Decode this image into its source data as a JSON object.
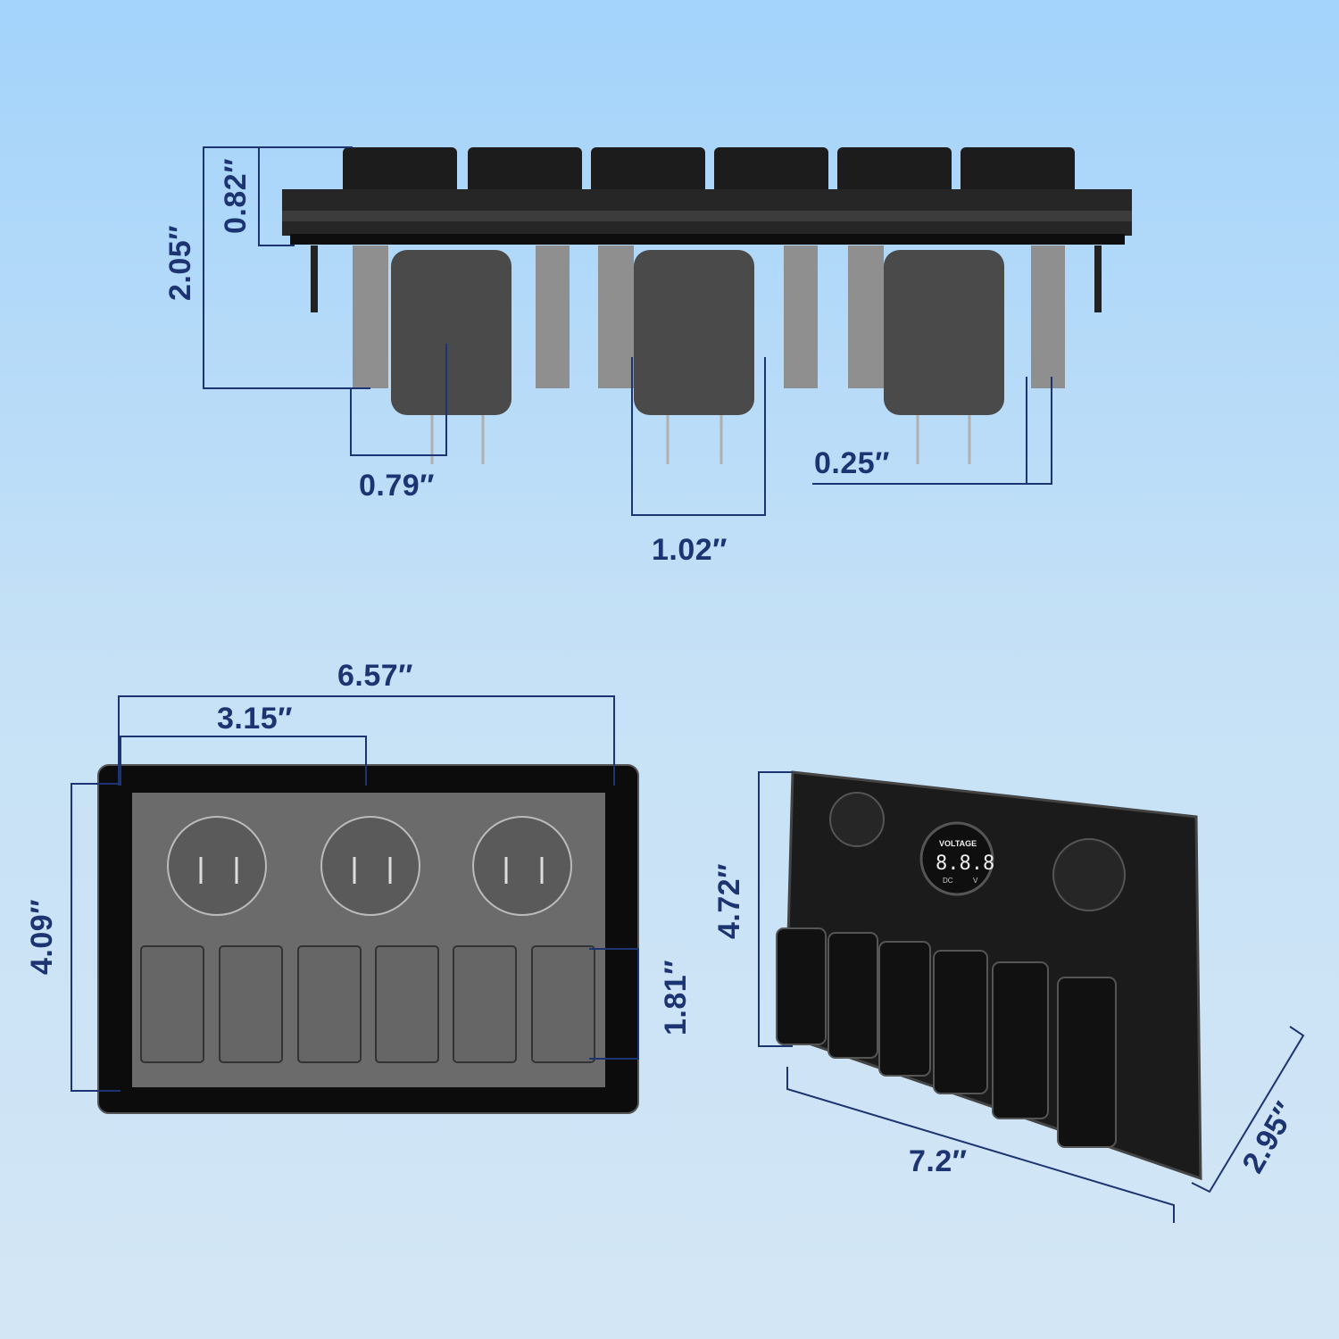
{
  "diagram": {
    "type": "product-dimension-drawing",
    "colors": {
      "dimension_text": "#1d3472",
      "dimension_line": "#1d3472",
      "background_top": "#a3d3fb",
      "background_bottom": "#d3e6f5"
    }
  },
  "side_view": {
    "dimensions": {
      "total_depth": "2.05″",
      "top_height": "0.82″",
      "terminal_width_a": "0.79″",
      "socket_width": "1.02″",
      "terminal_width_b": "0.25″"
    }
  },
  "back_view": {
    "dimensions": {
      "overall_width": "6.57″",
      "hole_spacing": "3.15″",
      "height": "4.09″",
      "switch_height": "1.81″"
    },
    "sockets": 3,
    "switches": 6
  },
  "front_view": {
    "dimensions": {
      "height": "4.72″",
      "width": "7.2″",
      "depth": "2.95″"
    },
    "voltmeter": {
      "label": "VOLTAGE",
      "display": "8.8.8",
      "unit_left": "DC",
      "unit_right": "V"
    },
    "switch_icons": [
      "horn-icon",
      "wiper-icon",
      "work-light-icon",
      "dome-light-icon",
      "fan-icon",
      "fog-light-icon"
    ]
  }
}
